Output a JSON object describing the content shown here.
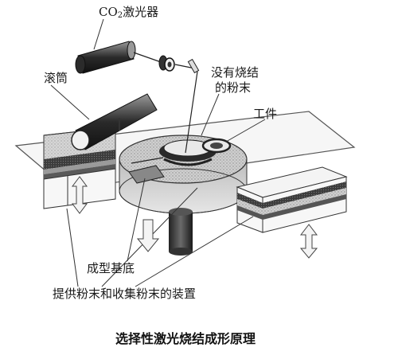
{
  "labels": {
    "laser_prefix": "CO",
    "laser_sub": "2",
    "laser_suffix": "激光器",
    "roller": "滚筒",
    "unsintered_line1": "没有烧结",
    "unsintered_line2": "的粉末",
    "workpiece": "工件",
    "forming_base": "成型基底",
    "powder_device": "提供粉末和收集粉末的装置"
  },
  "caption": "选择性激光烧结成形原理"
}
